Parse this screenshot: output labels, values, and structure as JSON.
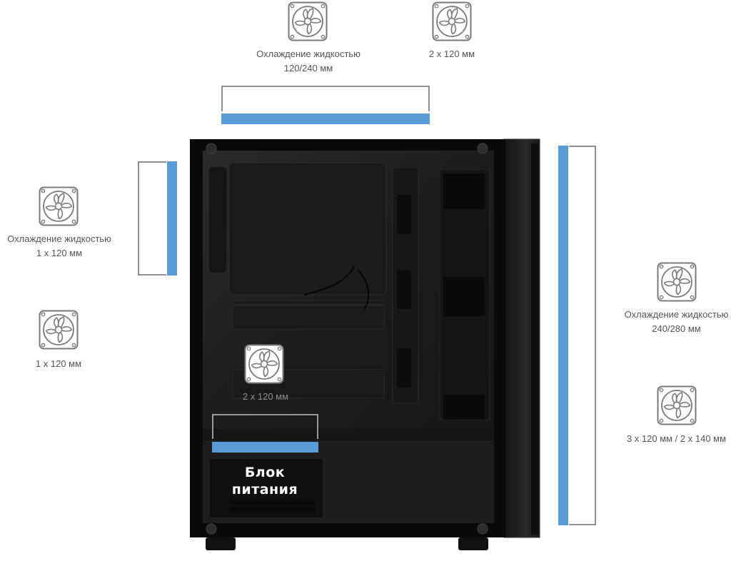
{
  "top": {
    "radiator_label_line1": "Охлаждение жидкостью",
    "radiator_label_line2": "120/240 мм",
    "fan_label": "2 x 120 мм"
  },
  "rear": {
    "radiator_label_line1": "Охлаждение жидкостью",
    "radiator_label_line2": "1 x 120 мм",
    "fan_label": "1 x 120 мм"
  },
  "front": {
    "radiator_label_line1": "Охлаждение жидкостью",
    "radiator_label_line2": "240/280 мм",
    "fan_label": "3 x 120 мм / 2 x 140 мм"
  },
  "bottom": {
    "fan_label": "2 x 120 мм"
  },
  "psu": {
    "line1": "Блок",
    "line2": "питания"
  },
  "colors": {
    "accent_bar": "#5b9bd5",
    "bracket": "#8e8e8e",
    "icon_stroke": "#7a7a7a",
    "case_body": "#141414"
  },
  "icons": [
    "fan-icon"
  ]
}
